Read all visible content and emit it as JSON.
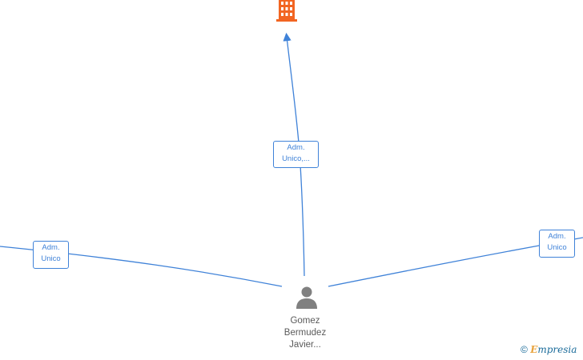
{
  "nodes": {
    "company": {
      "icon": "building-icon",
      "color": "#f26522"
    },
    "person": {
      "icon": "person-icon",
      "color": "#808080",
      "name_lines": [
        "Gomez",
        "Bermudez",
        "Javier..."
      ]
    }
  },
  "edges": [
    {
      "id": "to-company",
      "label_lines": [
        "Adm.",
        "Unico,..."
      ]
    },
    {
      "id": "to-left",
      "label_lines": [
        "Adm.",
        "Unico"
      ]
    },
    {
      "id": "to-right",
      "label_lines": [
        "Adm.",
        "Unico"
      ]
    }
  ],
  "watermark": {
    "copyright": "©",
    "brand_initial": "E",
    "brand_rest": "mpresia"
  },
  "colors": {
    "edge": "#3f82d8",
    "label_text": "#3f82d8"
  }
}
